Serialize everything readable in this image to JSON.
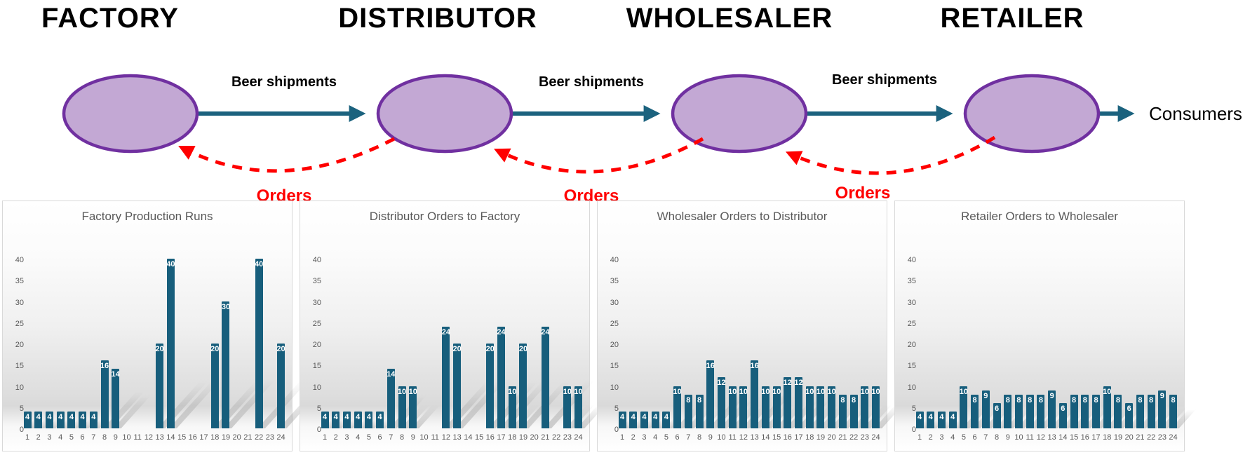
{
  "diagram": {
    "nodes": [
      {
        "label": "FACTORY"
      },
      {
        "label": "DISTRIBUTOR"
      },
      {
        "label": "WHOLESALER"
      },
      {
        "label": "RETAILER"
      }
    ],
    "shipment_labels": [
      "Beer shipments",
      "Beer shipments",
      "Beer shipments"
    ],
    "orders_labels": [
      "Orders",
      "Orders",
      "Orders"
    ],
    "consumers_label": "Consumers",
    "colors": {
      "ellipse_fill": "#c3a8d4",
      "ellipse_border": "#7030a0",
      "shipment_arrow": "#1b627e",
      "orders_arrow": "#ff0000"
    }
  },
  "chart_data": [
    {
      "type": "bar",
      "title": "Factory Production Runs",
      "categories": [
        1,
        2,
        3,
        4,
        5,
        6,
        7,
        8,
        9,
        10,
        11,
        12,
        13,
        14,
        15,
        16,
        17,
        18,
        19,
        20,
        21,
        22,
        23,
        24
      ],
      "values": [
        4,
        4,
        4,
        4,
        4,
        4,
        4,
        16,
        14,
        0,
        0,
        0,
        20,
        40,
        0,
        0,
        0,
        20,
        30,
        0,
        0,
        40,
        0,
        20
      ],
      "xlabel": "",
      "ylabel": "",
      "ylim": [
        0,
        40
      ],
      "yticks": [
        0,
        5,
        10,
        15,
        20,
        25,
        30,
        35,
        40
      ],
      "grid": false,
      "legend": "none",
      "bar_color": "#175e7c",
      "bar_label_color": "#ffffff"
    },
    {
      "type": "bar",
      "title": "Distributor Orders to Factory",
      "categories": [
        1,
        2,
        3,
        4,
        5,
        6,
        7,
        8,
        9,
        10,
        11,
        12,
        13,
        14,
        15,
        16,
        17,
        18,
        19,
        20,
        21,
        22,
        23,
        24
      ],
      "values": [
        4,
        4,
        4,
        4,
        4,
        4,
        14,
        10,
        10,
        0,
        0,
        24,
        20,
        0,
        0,
        20,
        24,
        10,
        20,
        0,
        24,
        0,
        10,
        10
      ],
      "xlabel": "",
      "ylabel": "",
      "ylim": [
        0,
        40
      ],
      "yticks": [
        0,
        5,
        10,
        15,
        20,
        25,
        30,
        35,
        40
      ],
      "grid": false,
      "legend": "none",
      "bar_color": "#175e7c",
      "bar_label_color": "#ffffff"
    },
    {
      "type": "bar",
      "title": "Wholesaler Orders to Distributor",
      "categories": [
        1,
        2,
        3,
        4,
        5,
        6,
        7,
        8,
        9,
        10,
        11,
        12,
        13,
        14,
        15,
        16,
        17,
        18,
        19,
        20,
        21,
        22,
        23,
        24
      ],
      "values": [
        4,
        4,
        4,
        4,
        4,
        10,
        8,
        8,
        16,
        12,
        10,
        10,
        16,
        10,
        10,
        12,
        12,
        10,
        10,
        10,
        8,
        8,
        10,
        10
      ],
      "xlabel": "",
      "ylabel": "",
      "ylim": [
        0,
        40
      ],
      "yticks": [
        0,
        5,
        10,
        15,
        20,
        25,
        30,
        35,
        40
      ],
      "grid": false,
      "legend": "none",
      "bar_color": "#175e7c",
      "bar_label_color": "#ffffff"
    },
    {
      "type": "bar",
      "title": "Retailer Orders to Wholesaler",
      "categories": [
        1,
        2,
        3,
        4,
        5,
        6,
        7,
        8,
        9,
        10,
        11,
        12,
        13,
        14,
        15,
        16,
        17,
        18,
        19,
        20,
        21,
        22,
        23,
        24
      ],
      "values": [
        4,
        4,
        4,
        4,
        10,
        8,
        9,
        6,
        8,
        8,
        8,
        8,
        9,
        6,
        8,
        8,
        8,
        10,
        8,
        6,
        8,
        8,
        9,
        8
      ],
      "xlabel": "",
      "ylabel": "",
      "ylim": [
        0,
        40
      ],
      "yticks": [
        0,
        5,
        10,
        15,
        20,
        25,
        30,
        35,
        40
      ],
      "grid": false,
      "legend": "none",
      "bar_color": "#175e7c",
      "bar_label_color": "#ffffff"
    }
  ]
}
